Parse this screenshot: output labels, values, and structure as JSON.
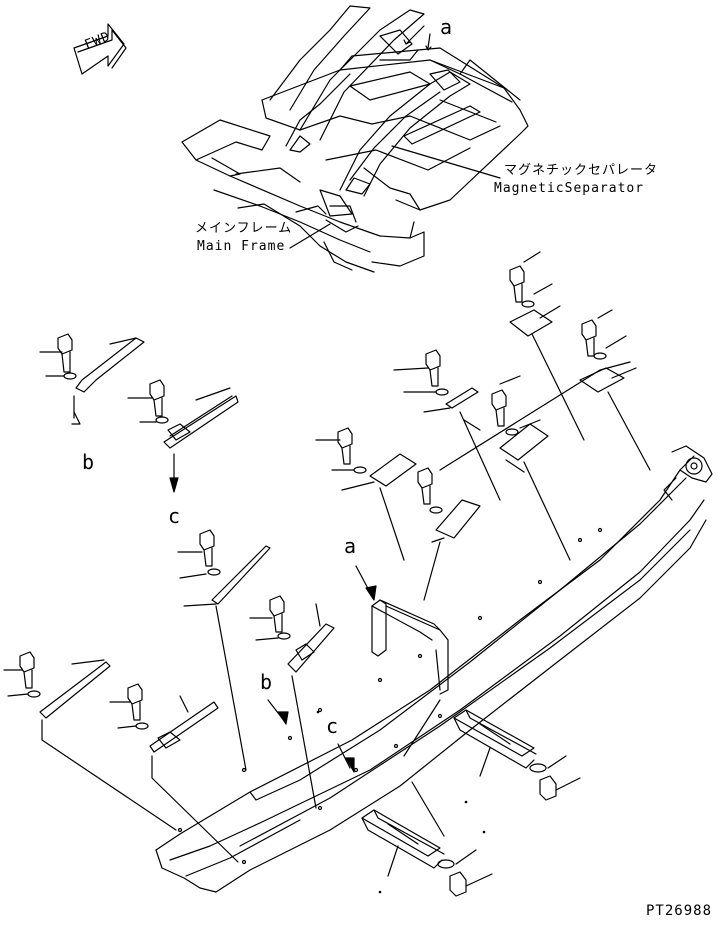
{
  "fwd_label": "FWD",
  "labels": {
    "magnetic_separator_jp": "マグネチックセパレータ",
    "magnetic_separator_en": "MagneticSeparator",
    "main_frame_jp": "メインフレーム",
    "main_frame_en": "Main Frame"
  },
  "callouts": {
    "a": "a",
    "b": "b",
    "c": "c"
  },
  "drawing_code": "PT26988",
  "colors": {
    "line": "#000000",
    "background": "#ffffff"
  }
}
